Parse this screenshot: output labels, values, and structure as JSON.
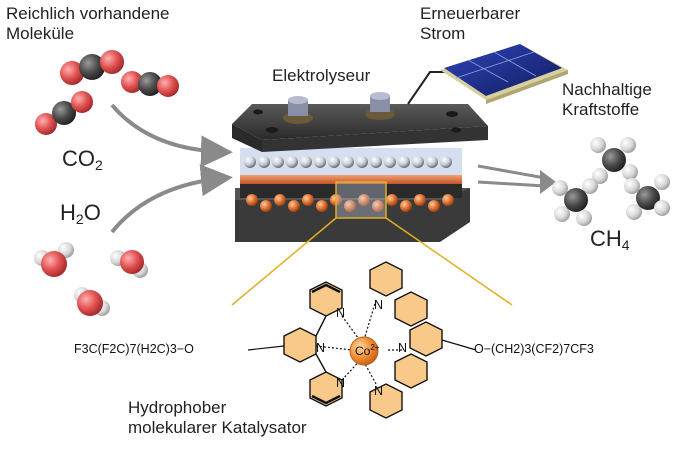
{
  "labels": {
    "molecules_line1": "Reichlich vorhandene",
    "molecules_line2": "Moleküle",
    "electrolyzer": "Elektrolyseur",
    "renewable_line1": "Erneuerbarer",
    "renewable_line2": "Strom",
    "fuels_line1": "Nachhaltige",
    "fuels_line2": "Kraftstoffe",
    "catalyst_line1": "Hydrophober",
    "catalyst_line2": "molekularer Katalysator"
  },
  "formulas": {
    "co2": {
      "base": "CO",
      "sub": "2"
    },
    "h2o": {
      "base": "H",
      "sub": "2",
      "rest": "O"
    },
    "ch4": {
      "base": "CH",
      "sub": "4"
    }
  },
  "catalyst": {
    "left_chain": "F3C(F2C)7(H2C)3−O",
    "right_chain": "O−(CH2)3(CF2)7CF3",
    "metal": "Co",
    "charge": "2+",
    "atom_n": "N"
  },
  "colors": {
    "oxygen": "#e05050",
    "carbon": "#4a4a4a",
    "hydrogen": "#d8d8d8",
    "copper_layer": "#e07030",
    "cobalt": "#f08a30",
    "ring_fill": "#f9c98a",
    "zoom_lines": "#e0b020",
    "solar_panel": "#1e2f8a",
    "arrow": "#888888"
  }
}
